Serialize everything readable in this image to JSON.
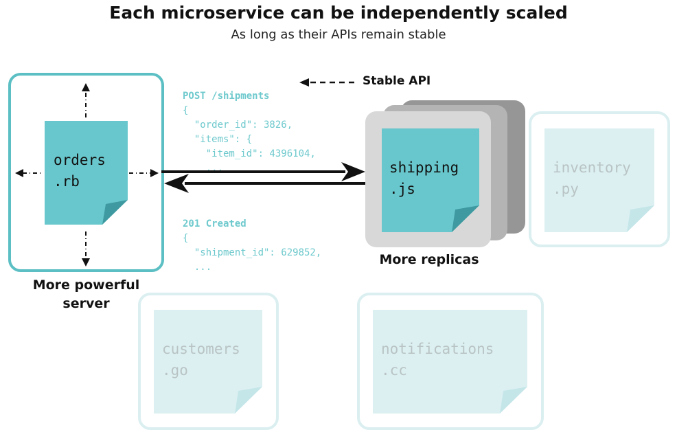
{
  "title": "Each microservice can be independently scaled",
  "subtitle": "As long as their APIs remain stable",
  "services": {
    "orders": {
      "line1": "orders",
      "line2": ".rb"
    },
    "shipping": {
      "line1": "shipping",
      "line2": ".js"
    },
    "inventory": {
      "line1": "inventory",
      "line2": ".py"
    },
    "customers": {
      "line1": "customers",
      "line2": ".go"
    },
    "notifications": {
      "line1": "notifications",
      "line2": ".cc"
    }
  },
  "request": {
    "line1": "POST /shipments",
    "line2": "{",
    "line3": "  \"order_id\": 3826,",
    "line4": "  \"items\": {",
    "line5": "    \"item_id\": 4396104,",
    "line6": "    ..."
  },
  "response": {
    "line1": "201 Created",
    "line2": "{",
    "line3": "  \"shipment_id\": 629852,",
    "line4": "  ..."
  },
  "labels": {
    "stable_api": "Stable API",
    "more_replicas": "More replicas",
    "more_powerful_line1": "More powerful",
    "more_powerful_line2": "server"
  },
  "colors": {
    "teal": "#5bbfc4",
    "doc_teal": "#68c7cc",
    "doc_fold": "#3e9aa0",
    "faded_border": "#dbeff1",
    "faded_doc": "#dcf0f2",
    "faded_text": "#b9c3c4",
    "replica_light": "#d8d8d8",
    "replica_mid": "#b4b4b4",
    "replica_dark": "#969696"
  }
}
